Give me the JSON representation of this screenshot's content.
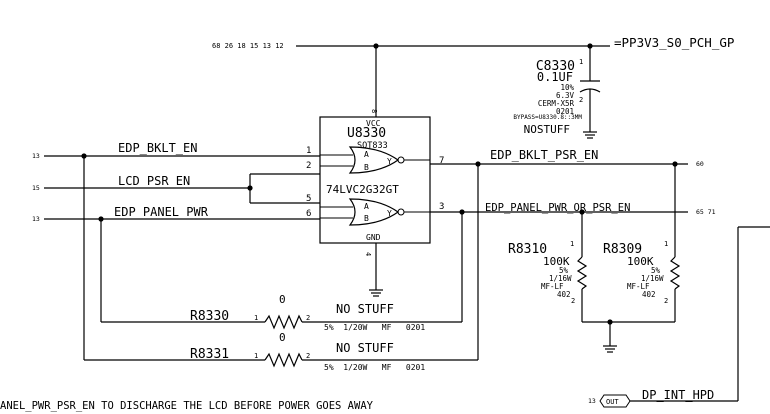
{
  "power_rail": {
    "name": "=PP3V3_S0_PCH_GP",
    "page_refs": "68 26 18 15 13 12"
  },
  "capacitor": {
    "ref": "C8330",
    "value": "0.1UF",
    "tolerance": "10%",
    "voltage": "6.3V",
    "dielectric": "CERM-X5R",
    "package": "0201",
    "note": "BYPASS=U8330.8::3MM",
    "stuff": "NOSTUFF",
    "pin1": "1",
    "pin2": "2"
  },
  "ic": {
    "ref": "U8330",
    "package": "SOT833",
    "part": "74LVC2G32GT",
    "vcc_label": "VCC",
    "gnd_label": "GND",
    "vcc_pin": "8",
    "gnd_pin": "4",
    "gate1": {
      "in_a_pin": "1",
      "in_b_pin": "2",
      "out_pin": "7",
      "a": "A",
      "b": "B",
      "y": "Y"
    },
    "gate2": {
      "in_a_pin": "5",
      "in_b_pin": "6",
      "out_pin": "3",
      "a": "A",
      "b": "B",
      "y": "Y"
    }
  },
  "nets": {
    "edp_bklt_en": {
      "name": "EDP_BKLT_EN",
      "page_ref": "13"
    },
    "lcd_psr_en": {
      "name": "LCD_PSR_EN",
      "page_ref": "15"
    },
    "edp_panel_pwr": {
      "name": "EDP_PANEL_PWR",
      "page_ref": "13"
    },
    "edp_bklt_psr_en": {
      "name": "EDP_BKLT_PSR_EN",
      "page_ref": "60"
    },
    "edp_panel_pwr_or_psr_en": {
      "name": "EDP_PANEL_PWR_OR_PSR_EN",
      "page_ref": "65 71"
    },
    "dp_int_hpd": {
      "name": "DP_INT_HPD",
      "page_ref": "13",
      "port": "OUT"
    }
  },
  "pulldowns": [
    {
      "ref": "R8310",
      "value": "100K",
      "tolerance": "5%",
      "power": "1/16W",
      "type": "MF-LF",
      "package": "402",
      "pin1": "1",
      "pin2": "2"
    },
    {
      "ref": "R8309",
      "value": "100K",
      "tolerance": "5%",
      "power": "1/16W",
      "type": "MF-LF",
      "package": "402",
      "pin1": "1",
      "pin2": "2"
    }
  ],
  "series_resistors": [
    {
      "ref": "R8330",
      "value": "0",
      "pin1": "1",
      "pin2": "2",
      "stuff": "NO STUFF",
      "specs": "5%  1/20W   MF   0201"
    },
    {
      "ref": "R8331",
      "value": "0",
      "pin1": "1",
      "pin2": "2",
      "stuff": "NO STUFF",
      "specs": "5%  1/20W   MF   0201"
    }
  ],
  "footnote": "ANEL_PWR_PSR_EN TO DISCHARGE THE LCD BEFORE POWER GOES AWAY"
}
